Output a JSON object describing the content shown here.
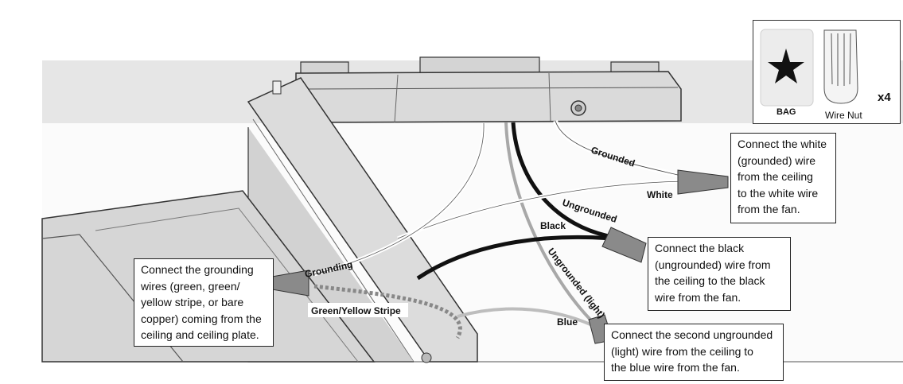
{
  "wire_labels": {
    "grounded": "Grounded",
    "white": "White",
    "ungrounded": "Ungrounded",
    "black": "Black",
    "ungrounded_light": "Ungrounded (light)",
    "blue": "Blue",
    "grounding": "Grounding",
    "green_yellow": "Green/Yellow Stripe"
  },
  "callouts": {
    "white": "Connect the white\n(grounded) wire\nfrom the ceiling\nto the white wire\nfrom the fan.",
    "black": "Connect the black\n(ungrounded) wire from\nthe ceiling to the black\nwire from the fan.",
    "light": "Connect the second ungrounded\n(light) wire from the ceiling to\nthe blue wire from the fan.",
    "ground": "Connect the  grounding\nwires (green, green/\nyellow stripe, or bare\ncopper) coming from the\nceiling and ceiling plate."
  },
  "kit": {
    "bag_label": "BAG",
    "wire_nut_label": "Wire Nut",
    "quantity": "x4"
  },
  "colors": {
    "ceiling_band": "#e6e6e6",
    "plate": "#d9d9d9",
    "outline": "#333333",
    "wire_nut": "#8a8a8a"
  }
}
